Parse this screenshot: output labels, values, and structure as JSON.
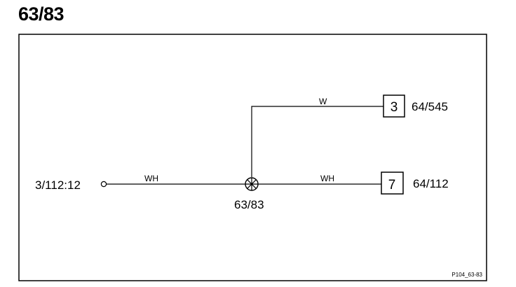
{
  "title": "63/83",
  "diagram": {
    "left_connector": {
      "label": "3/112:12"
    },
    "wires": {
      "left_wire": {
        "color_code": "WH"
      },
      "upper_wire": {
        "color_code": "W"
      },
      "lower_wire": {
        "color_code": "WH"
      }
    },
    "splice": {
      "label": "63/83"
    },
    "components": {
      "upper": {
        "pin": "3",
        "label": "64/545"
      },
      "lower": {
        "pin": "7",
        "label": "64/112"
      }
    },
    "reference_code": "P104_63-83"
  }
}
